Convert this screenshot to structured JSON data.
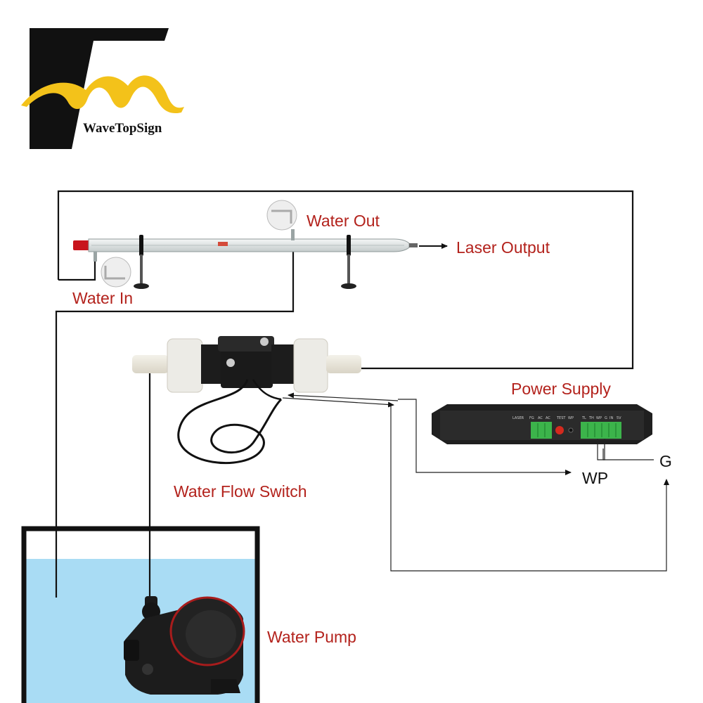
{
  "logo": {
    "brand": "WaveTopSign"
  },
  "labels": {
    "water_out": "Water Out",
    "laser_output": "Laser Output",
    "water_in": "Water In",
    "power_supply": "Power Supply",
    "wp": "WP",
    "g": "G",
    "water_flow_switch": "Water Flow Switch",
    "water_pump": "Water Pump"
  },
  "power_supply_terminals": [
    "LASER",
    "FG",
    "AC",
    "AC",
    "TEST",
    "WP",
    "TL",
    "TH",
    "WP",
    "G",
    "IN",
    "5V"
  ],
  "colors": {
    "label_red": "#b3221c",
    "logo_yellow": "#f3c21a",
    "water_blue": "#a9dcf4",
    "terminal_green": "#3cb44b",
    "test_button_red": "#d42a1e"
  }
}
